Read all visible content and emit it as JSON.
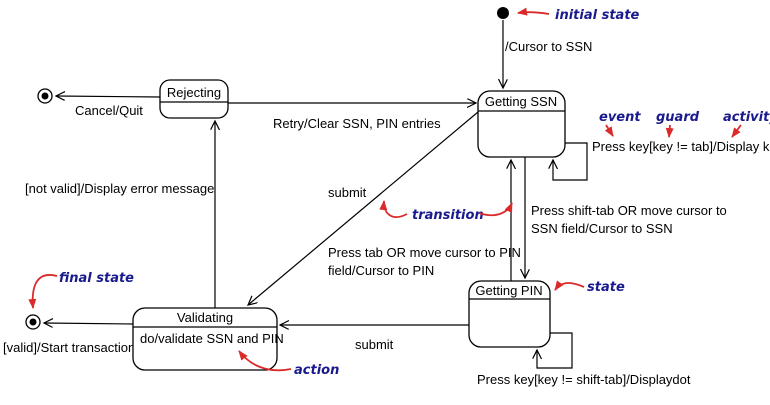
{
  "states": {
    "rejecting": {
      "title": "Rejecting"
    },
    "getting_ssn": {
      "title": "Getting SSN"
    },
    "getting_pin": {
      "title": "Getting PIN"
    },
    "validating": {
      "title": "Validating",
      "action": "do/validate SSN and PIN"
    }
  },
  "labels": {
    "initial_transition": "/Cursor to SSN",
    "cancel": "Cancel/Quit",
    "retry": "Retry/Clear SSN, PIN entries",
    "not_valid": "[not valid]/Display error message",
    "submit_upper": "submit",
    "submit_lower": "submit",
    "ssn_self_loop": "Press key[key != tab]/Display key",
    "pin_self_loop": "Press key[key != shift-tab]/Displaydot",
    "to_pin_line1": "Press tab OR move cursor to PIN",
    "to_pin_line2": "field/Cursor to PIN",
    "to_ssn_line1": "Press shift-tab OR move cursor to",
    "to_ssn_line2": "SSN field/Cursor to SSN",
    "valid": "[valid]/Start transaction"
  },
  "annotations": {
    "initial_state": "initial state",
    "event": "event",
    "guard": "guard",
    "activity": "activity",
    "transition": "transition",
    "state": "state",
    "final_state": "final state",
    "action": "action"
  },
  "colors": {
    "line": "#000000",
    "annotation_text": "#1a1a8f",
    "annotation_arrow": "#da2a2a",
    "background": "#ffffff"
  }
}
